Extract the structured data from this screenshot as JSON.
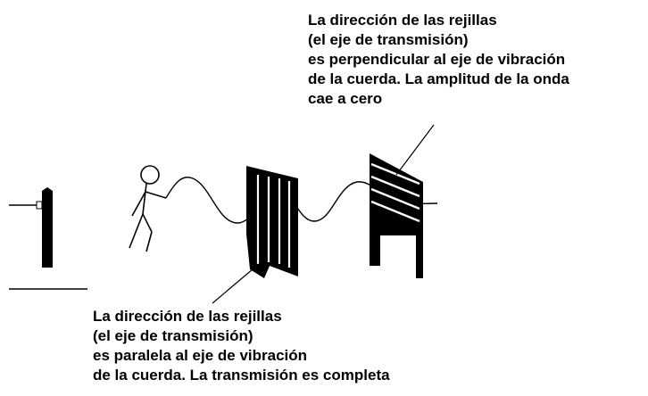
{
  "captions": {
    "top": {
      "lines": [
        "La dirección de las rejillas",
        "(el eje de transmisión)",
        "es perpendicular al eje de vibración",
        "de la cuerda. La amplitud de la onda",
        "cae a cero"
      ]
    },
    "bottom": {
      "lines": [
        "La dirección de las rejillas",
        "(el eje de transmisión)",
        "es paralela al eje de vibración",
        "de la cuerda. La transmisión es completa"
      ]
    }
  },
  "colors": {
    "ink": "#000000",
    "background": "#ffffff"
  }
}
